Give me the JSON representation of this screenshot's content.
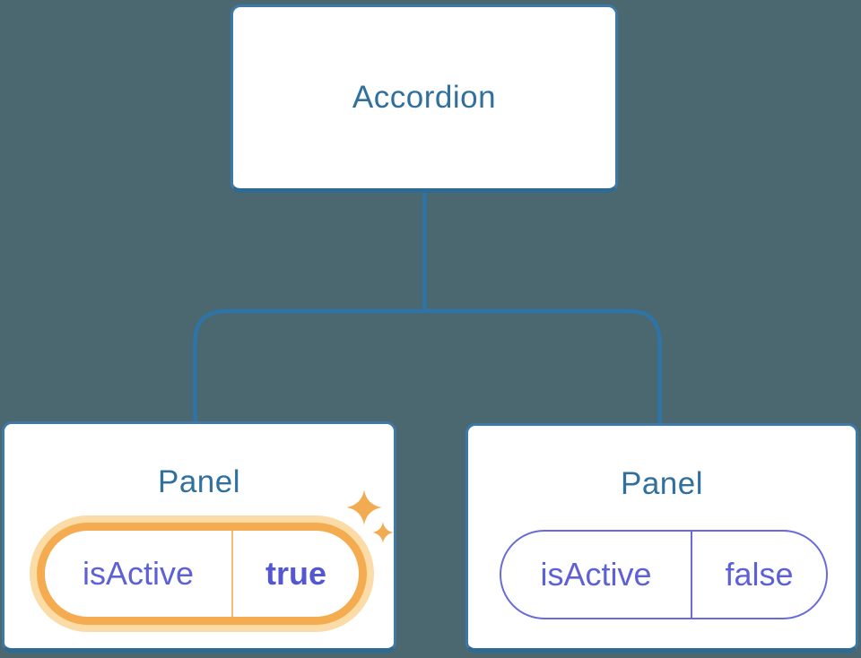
{
  "diagram": {
    "type": "component-tree",
    "root": {
      "label": "Accordion"
    },
    "children": [
      {
        "title": "Panel",
        "state": {
          "key": "isActive",
          "value": "true"
        },
        "highlighted": true
      },
      {
        "title": "Panel",
        "state": {
          "key": "isActive",
          "value": "false"
        },
        "highlighted": false
      }
    ],
    "colors": {
      "background": "#4B6770",
      "node_fill": "#FFFFFF",
      "node_border": "#3C79A8",
      "connector": "#2E74A6",
      "node_text": "#30709F",
      "state_text": "#5E61D5",
      "active_value_text": "#5457D2",
      "active_ring": "#F5AC50",
      "active_glow": "#FBDCA6",
      "inactive_border": "#696BD8",
      "sparkle": "#F3AB52"
    }
  }
}
